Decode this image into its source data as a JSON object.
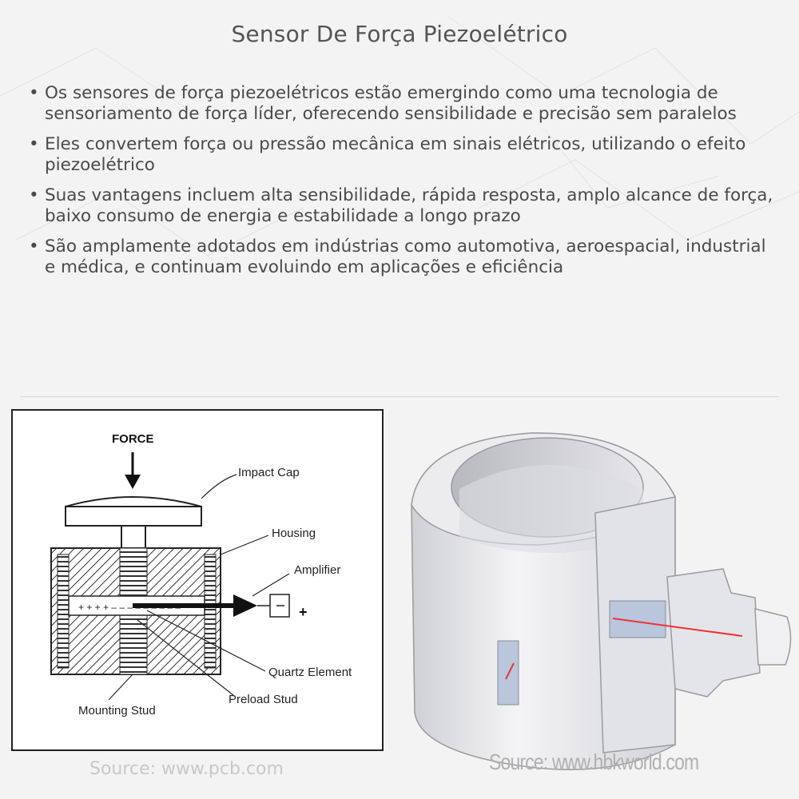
{
  "title": "Sensor De Força Piezoelétrico",
  "bullets": [
    "Os sensores de força piezoelétricos estão emergindo como uma tecnologia de sensoriamento de força líder, oferecendo sensibilidade e precisão sem paralelos",
    "Eles convertem força ou pressão mecânica em sinais elétricos, utilizando o efeito piezoelétrico",
    "Suas vantagens incluem alta sensibilidade, rápida resposta, amplo alcance de força, baixo consumo de energia e estabilidade a longo prazo",
    "São amplamente adotados em indústrias como automotiva, aeroespacial, industrial e médica, e continuam evoluindo em aplicações e eficiência"
  ],
  "bullet_symbol": "•",
  "diagram": {
    "force": "FORCE",
    "impact_cap": "Impact Cap",
    "housing": "Housing",
    "amplifier": "Amplifier",
    "quartz_element": "Quartz Element",
    "preload_stud": "Preload Stud",
    "mounting_stud": "Mounting Stud",
    "plus": "+"
  },
  "sources": {
    "left": "Source: www.pcb.com",
    "right": "Source: www.hbkworld.com"
  }
}
